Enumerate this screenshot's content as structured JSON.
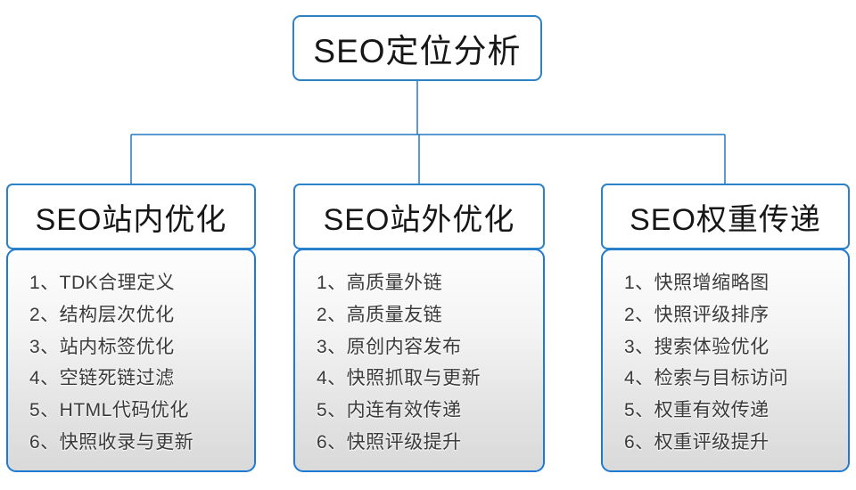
{
  "diagram": {
    "root": {
      "title": "SEO定位分析"
    },
    "columns": [
      {
        "title": "SEO站内优化",
        "items": [
          "1、TDK合理定义",
          "2、结构层次优化",
          "3、站内标签优化",
          "4、空链死链过滤",
          "5、HTML代码优化",
          "6、快照收录与更新"
        ]
      },
      {
        "title": "SEO站外优化",
        "items": [
          "1、高质量外链",
          "2、高质量友链",
          "3、原创内容发布",
          "4、快照抓取与更新",
          "5、内连有效传递",
          "6、快照评级提升"
        ]
      },
      {
        "title": "SEO权重传递",
        "items": [
          "1、快照增缩略图",
          "2、快照评级排序",
          "3、搜索体验优化",
          "4、检索与目标访问",
          "5、权重有效传递",
          "6、权重评级提升"
        ]
      }
    ]
  },
  "colors": {
    "box_border": "#2b82c9",
    "list_border": "#1e7ad3",
    "connector": "#2479c2",
    "title_text": "#161616",
    "list_text": "#3a3a3a",
    "list_bg_top": "#fefefe",
    "list_bg_bottom": "#d9d9d9"
  }
}
